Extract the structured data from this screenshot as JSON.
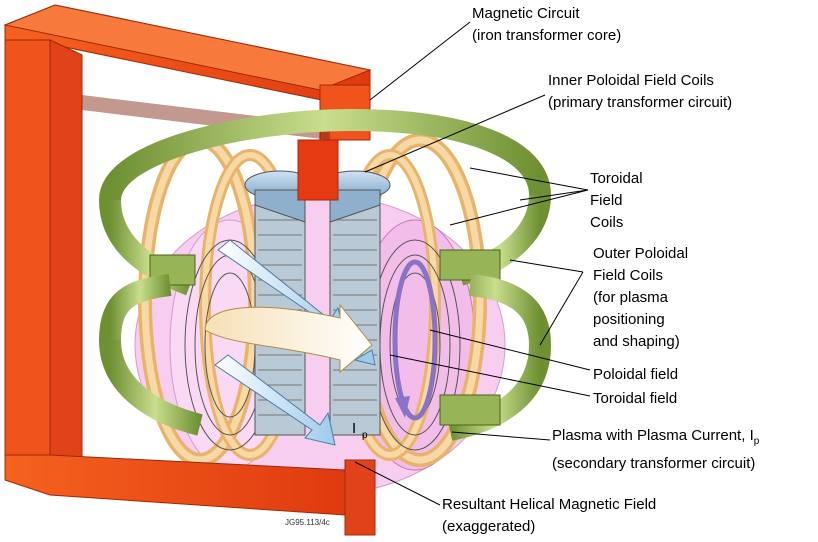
{
  "labels": {
    "magnetic_circuit": {
      "line1": "Magnetic Circuit",
      "line2": "(iron transformer core)"
    },
    "inner_poloidal": {
      "line1": "Inner Poloidal Field Coils",
      "line2": "(primary transformer circuit)"
    },
    "toroidal_coils": {
      "line1": "Toroidal",
      "line2": "Field",
      "line3": "Coils"
    },
    "outer_poloidal": {
      "line1": "Outer Poloidal",
      "line2": "Field Coils",
      "line3": "(for plasma",
      "line4": "positioning",
      "line5": "and shaping)"
    },
    "poloidal_field": "Poloidal field",
    "toroidal_field": "Toroidal field",
    "plasma": {
      "line1": "Plasma with Plasma Current, I",
      "sub": "p",
      "line2": "(secondary transformer circuit)"
    },
    "resultant": {
      "line1": "Resultant Helical Magnetic Field",
      "line2": "(exaggerated)"
    },
    "ip_symbol": "I",
    "ip_sub": "p",
    "figure_code": "JG95.113/4c"
  },
  "colors": {
    "iron_core": "#f04a1a",
    "iron_core_dark": "#c23210",
    "toroidal_coil": "#f2c98a",
    "poloidal_coil": "#8fae4a",
    "plasma": "#f5c6ee",
    "inner_coil": "#a9c7e0",
    "arrow": "#a8d2ee"
  }
}
